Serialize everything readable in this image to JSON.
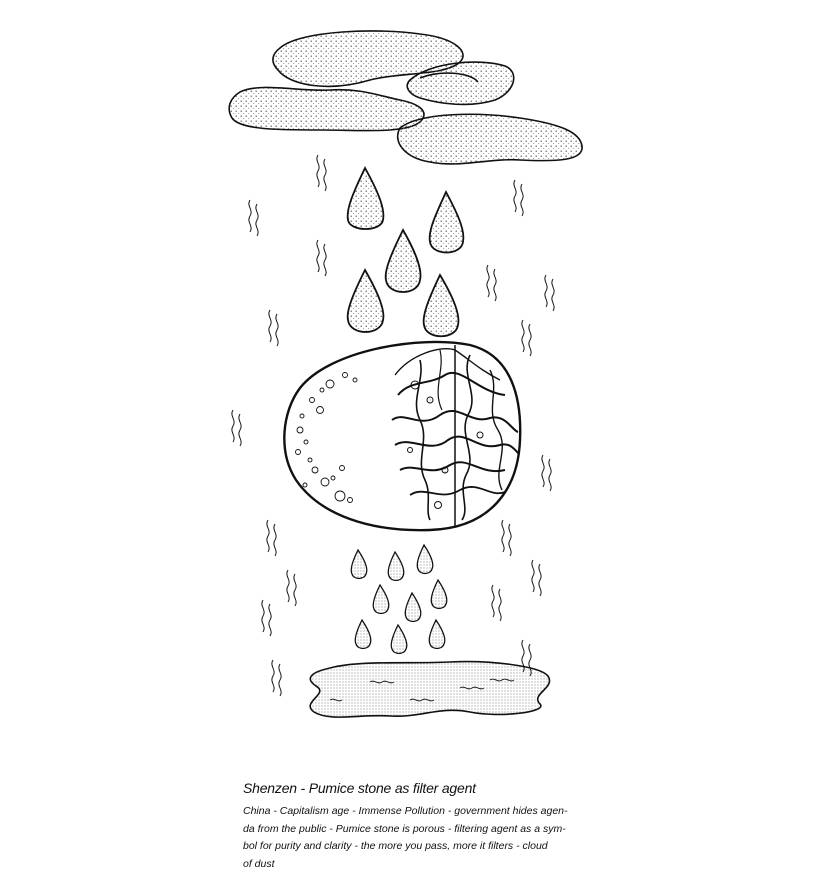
{
  "caption": {
    "title": "Shenzen - Pumice stone as filter agent",
    "lines": [
      "China - Capitalism age - Immense Pollution - government hides agen-",
      "da from the public - Pumice stone is porous - filtering agent as a sym-",
      "bol for purity and clarity - the more you pass, more it filters - cloud",
      "of dust"
    ]
  },
  "colors": {
    "ink": "#111111",
    "paper": "#ffffff",
    "stipple": "#6b6b6b"
  },
  "icons": [
    "cloud-icon",
    "raindrop-icon",
    "pumice-stone-icon",
    "heat-wave-icon",
    "puddle-icon"
  ]
}
